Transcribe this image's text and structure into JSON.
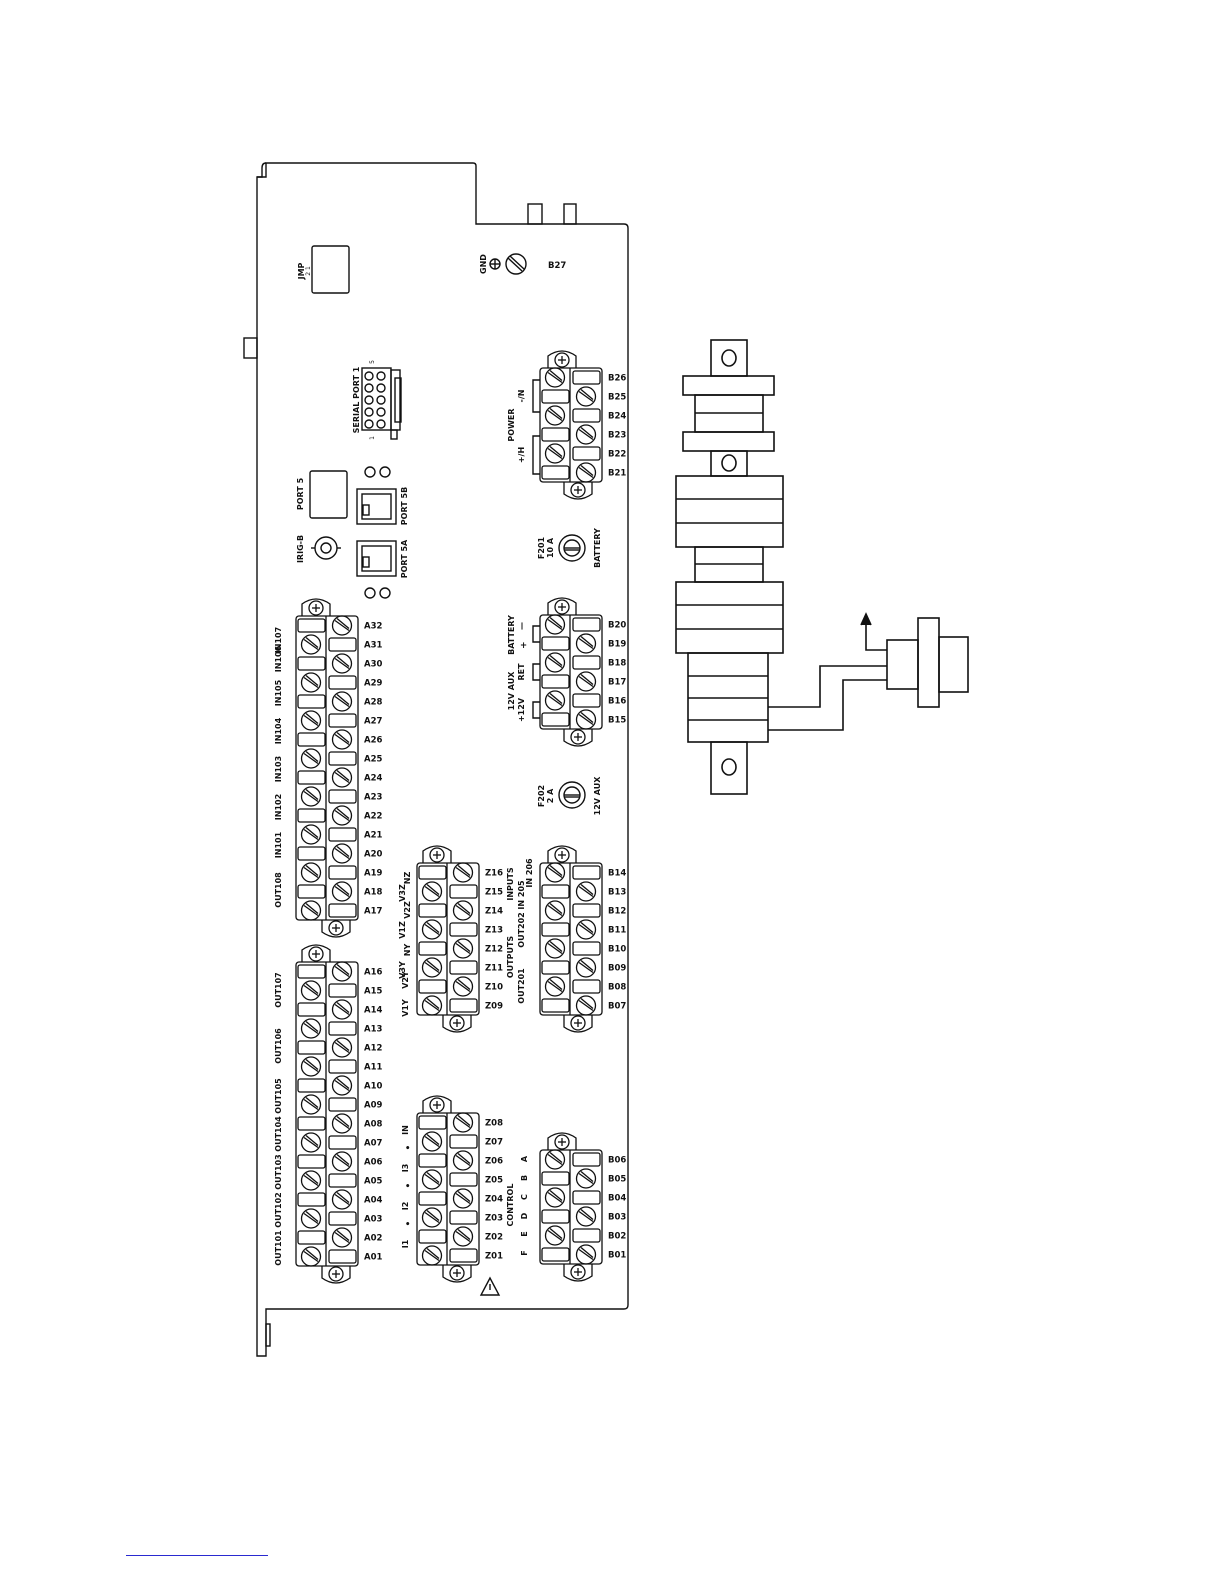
{
  "board": {
    "jumper": {
      "label": "JMP",
      "sub": "2 1"
    },
    "gnd": {
      "label": "GND",
      "terminal": "B27"
    },
    "serial_port": {
      "label": "SERIAL PORT 1",
      "pin_start": "1",
      "pin_end": "5"
    },
    "port5": {
      "label": "PORT 5"
    },
    "port5a": {
      "label": "PORT 5A"
    },
    "port5b": {
      "label": "PORT 5B"
    },
    "irig": {
      "label": "IRIG-B"
    },
    "fuse_f201": {
      "name": "F201",
      "rating": "10 A",
      "label": "BATTERY"
    },
    "fuse_f202": {
      "name": "F202",
      "rating": "2 A",
      "label": "12V AUX"
    },
    "power": {
      "title": "POWER",
      "neg": "-/N",
      "pos": "+/H"
    },
    "battery_block": {
      "title": "BATTERY",
      "neg": "—",
      "pos": "+",
      "aux_title": "12V AUX",
      "ret": "RET",
      "plus12": "+12V"
    },
    "inputs_block": {
      "title": "INPUTS",
      "in205": "IN 205",
      "in206": "IN 206",
      "out202": "OUT202",
      "outputs": "OUTPUTS",
      "out201": "OUT201"
    },
    "voltage_block": {
      "labels": [
        "V1Y",
        "V2Y",
        "V3Y",
        "NY",
        "V1Z",
        "V2Z",
        "V3Z",
        "NZ"
      ]
    },
    "current_block": {
      "labels": [
        "I1",
        "I2",
        "I3",
        "IN"
      ],
      "dots": [
        "•",
        "•",
        "•"
      ]
    },
    "control_block": {
      "title": "CONTROL",
      "letters": [
        "F",
        "E",
        "D",
        "C",
        "B",
        "A"
      ]
    },
    "a_upper_groups": [
      "IN107",
      "IN106",
      "IN105",
      "IN104",
      "IN103",
      "IN102",
      "IN101",
      "OUT108"
    ],
    "a_lower_groups": [
      "OUT107",
      "OUT106",
      "OUT105",
      "OUT104",
      "OUT103",
      "OUT102",
      "OUT101"
    ],
    "terminals": {
      "a_upper": [
        "A32",
        "A31",
        "A30",
        "A29",
        "A28",
        "A27",
        "A26",
        "A25",
        "A24",
        "A23",
        "A22",
        "A21",
        "A20",
        "A19",
        "A18",
        "A17"
      ],
      "a_lower": [
        "A16",
        "A15",
        "A14",
        "A13",
        "A12",
        "A11",
        "A10",
        "A09",
        "A08",
        "A07",
        "A06",
        "A05",
        "A04",
        "A03",
        "A02",
        "A01"
      ],
      "z_upper": [
        "Z16",
        "Z15",
        "Z14",
        "Z13",
        "Z12",
        "Z11",
        "Z10",
        "Z09"
      ],
      "z_lower": [
        "Z08",
        "Z07",
        "Z06",
        "Z05",
        "Z04",
        "Z03",
        "Z02",
        "Z01"
      ],
      "b_power": [
        "B26",
        "B25",
        "B24",
        "B23",
        "B22",
        "B21"
      ],
      "b_battery": [
        "B20",
        "B19",
        "B18",
        "B17",
        "B16",
        "B15"
      ],
      "b_io": [
        "B14",
        "B13",
        "B12",
        "B11",
        "B10",
        "B09",
        "B08",
        "B07"
      ],
      "b_control": [
        "B06",
        "B05",
        "B04",
        "B03",
        "B02",
        "B01"
      ]
    }
  }
}
